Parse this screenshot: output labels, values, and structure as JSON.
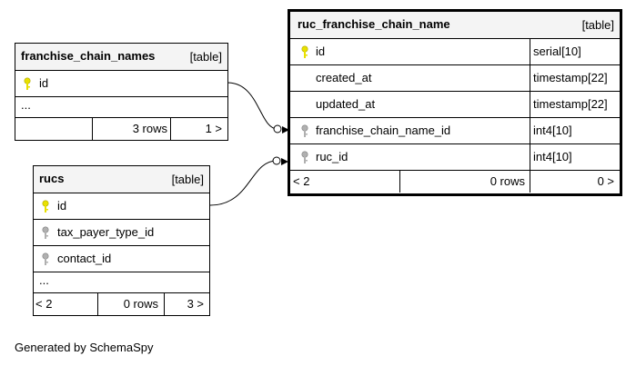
{
  "tables": {
    "franchise_chain_names": {
      "name": "franchise_chain_names",
      "type": "[table]",
      "columns": [
        "id"
      ],
      "ellipsis": "...",
      "footer": {
        "left": "",
        "rows": "3 rows",
        "right": "1 >"
      }
    },
    "rucs": {
      "name": "rucs",
      "type": "[table]",
      "columns": [
        "id",
        "tax_payer_type_id",
        "contact_id"
      ],
      "ellipsis": "...",
      "footer": {
        "left": "< 2",
        "rows": "0 rows",
        "right": "3 >"
      }
    },
    "ruc_franchise_chain_name": {
      "name": "ruc_franchise_chain_name",
      "type": "[table]",
      "columns": [
        {
          "name": "id",
          "type": "serial[10]"
        },
        {
          "name": "created_at",
          "type": "timestamp[22]"
        },
        {
          "name": "updated_at",
          "type": "timestamp[22]"
        },
        {
          "name": "franchise_chain_name_id",
          "type": "int4[10]"
        },
        {
          "name": "ruc_id",
          "type": "int4[10]"
        }
      ],
      "footer": {
        "left": "< 2",
        "rows": "0 rows",
        "right": "0 >"
      }
    }
  },
  "colors": {
    "primary_key": "#e8e000",
    "foreign_key": "#a0a0a0",
    "header_bg": "#f4f4f4"
  },
  "footer_text": "Generated by SchemaSpy"
}
